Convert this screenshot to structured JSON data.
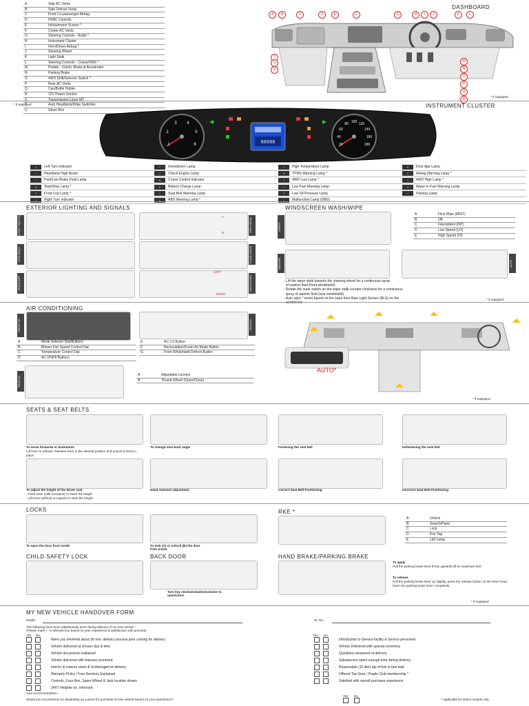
{
  "dashboard": {
    "title": "DASHBOARD",
    "footnote": "* if equipped",
    "items": [
      {
        "k": "A",
        "v": "Side AC Vents"
      },
      {
        "k": "B",
        "v": "Side Defrost Vents"
      },
      {
        "k": "C",
        "v": "Front Co-passenger Airbag"
      },
      {
        "k": "D",
        "v": "HVAC Controls"
      },
      {
        "k": "E",
        "v": "Infotainment Screen *"
      },
      {
        "k": "F",
        "v": "Center AC Vents"
      },
      {
        "k": "G",
        "v": "Steering Controls - Audio *"
      },
      {
        "k": "H",
        "v": "Instrument Cluster"
      },
      {
        "k": "I",
        "v": "Horn/Driver Airbag *"
      },
      {
        "k": "J",
        "v": "Steering Wheel"
      },
      {
        "k": "K",
        "v": "Light Stalk"
      },
      {
        "k": "L",
        "v": "Steering Controls - Cruise/VMS *"
      },
      {
        "k": "M",
        "v": "Pedals - Clutch, Brake & Accelerator"
      },
      {
        "k": "N",
        "v": "Parking Brake"
      },
      {
        "k": "O",
        "v": "4WD Shift/Selector Switch *"
      },
      {
        "k": "P",
        "v": "Rear AC Vents"
      },
      {
        "k": "Q",
        "v": "Can/Bottle Holder"
      },
      {
        "k": "R",
        "v": "12V Power Socket"
      },
      {
        "k": "S",
        "v": "Transmission Lever MT"
      },
      {
        "k": "T",
        "v": "Auto Headlamp/Wipe Switches"
      },
      {
        "k": "U",
        "v": "Glove Box"
      }
    ],
    "callouts_top": [
      "A",
      "B",
      "C",
      "D",
      "E",
      "F",
      "G",
      "H",
      "I",
      "J",
      "K",
      "L"
    ],
    "callouts_right": [
      "M",
      "N",
      "O",
      "P",
      "Q",
      "R"
    ],
    "callouts_left": [
      "T",
      "U",
      "S"
    ]
  },
  "cluster": {
    "title": "INSTRUMENT CLUSTER",
    "footnote_left": "* if equipped",
    "tach_ticks": [
      "1",
      "2",
      "3",
      "4",
      "5",
      "6"
    ],
    "speed_ticks": [
      "20",
      "40",
      "60",
      "80",
      "100",
      "120",
      "140",
      "160",
      "180"
    ],
    "lamps": [
      [
        "Left Turn Indicator",
        "Immobilizer Lamp",
        "High Temperature Lamp",
        "Door Ajar Lamp"
      ],
      [
        "Headlamp High Beam",
        "Check Engine Lamp",
        "TPMS Warning Lamp *",
        "Airbag Warning Lamp *"
      ],
      [
        "Park/Low Brake Fluid Lamp",
        "Cruise Control Indicator",
        "4WD Low Lamp *",
        "4WD High Lamp *"
      ],
      [
        "Start/Stop Lamp *",
        "Battery Charge Lamp",
        "Low Fuel Warning Lamp",
        "Water in Fuel Warning Lamp"
      ],
      [
        "Front Fog Lamp *",
        "Seat Belt Warning Lamp",
        "Low Oil Pressure Lamp",
        "Parking Lamp"
      ],
      [
        "Right Turn Indicator",
        "ABS Warning Lamp *",
        "Malfunction Lamp (OBD)",
        ""
      ]
    ]
  },
  "exterior": {
    "title": "EXTERIOR LIGHTING AND SIGNALS",
    "tabs_left": [
      "LIGHT SWITCH",
      "LOW BEAM",
      "HEADLAMP"
    ],
    "tabs_right": [
      "HIGH BEAM",
      "FLASH BEAM",
      "INDICATORS"
    ],
    "labels": [
      "A",
      "B",
      "LEFT",
      "RIGHT"
    ]
  },
  "wiper": {
    "title": "WINDSCREEN WASH/WIPE",
    "items": [
      {
        "k": "A",
        "v": "Flick Wipe (MIST)"
      },
      {
        "k": "B",
        "v": "Off"
      },
      {
        "k": "C",
        "v": "Intermittent (INT)"
      },
      {
        "k": "D",
        "v": "Low Speed (LO)"
      },
      {
        "k": "E",
        "v": "High Speed (HI)"
      }
    ],
    "tabs": [
      "WIPER",
      "WASHER",
      "AUTO"
    ],
    "notes": [
      "- Lift the wiper stalk towards the steering wheel for a continuous spray",
      "  of washer fluid (front windshield)",
      "- Rotate the outer switch on the wiper stalk counter-clockwise for a continuous",
      "  spray of washer fluid (rear windshield)",
      "- Auto wipe * works based on the input from Rain Light Sensor (RLS) on the",
      "  windshield."
    ],
    "footnote": "* if equipped"
  },
  "ac": {
    "title": "AIR CONDITIONING",
    "tabs": [
      "FRONT AC",
      "MANUAL",
      "REAR AC"
    ],
    "items_left": [
      {
        "k": "A",
        "v": "Mode Selector Dial/Buttons"
      },
      {
        "k": "B",
        "v": "Blower Fan Speed Control Dial"
      },
      {
        "k": "C",
        "v": "Temperature Control Dial"
      },
      {
        "k": "D",
        "v": "AC ON/HI Buttons"
      }
    ],
    "items_right": [
      {
        "k": "E",
        "v": "AC LO Button"
      },
      {
        "k": "F",
        "v": "Recirculation/Fresh Air Mode Button"
      },
      {
        "k": "G",
        "v": "Front Windshield Defrost Button"
      }
    ],
    "vent_items": [
      {
        "k": "A",
        "v": "Adjustable Louvers"
      },
      {
        "k": "B",
        "v": "Thumb Wheel (Open/Close)"
      }
    ],
    "auto_label": "AUTO*",
    "footnote": "* if equipped"
  },
  "seats": {
    "title": "SEATS & SEAT BELTS",
    "captions": [
      "To move forwards or backwards",
      "To change seat back angle",
      "Fastening the seat belt",
      "Unfastening the seat belt",
      "To adjust the height of the driver seat",
      "Head restraint adjustment",
      "Correct Seat Belt Positioning",
      "Incorrect Seat Belt Positioning"
    ],
    "note1": "Lift lever to release. Release lever in the desired position and ensure it locks in place",
    "note2a": "- Push lever (with occupant) to lower the height",
    "note2b": "- Lift lever (without occupant) to raise the height"
  },
  "locks": {
    "title": "LOCKS",
    "cap1": "To open the door from inside",
    "cap2a": "To lock (A) or unlock (B) the door",
    "cap2b": "from inside"
  },
  "rke": {
    "title": "RKE *",
    "items": [
      {
        "k": "A",
        "v": "Unlock"
      },
      {
        "k": "B",
        "v": "Search/Panic"
      },
      {
        "k": "C",
        "v": "Lock"
      },
      {
        "k": "D",
        "v": "Key Tag"
      },
      {
        "k": "E",
        "v": "LED lamp"
      }
    ]
  },
  "child": {
    "title": "CHILD SAFETY LOCK"
  },
  "backdoor": {
    "title": "BACK DOOR",
    "cap_a": "Turn key clockwise/anticlockwise to",
    "cap_b": "open/close"
  },
  "handbrake": {
    "title": "HAND BRAKE/PARKING BRAKE",
    "apply_h": "To apply",
    "apply": "Pull the parking brake lever firmly upwards till its maximum limit",
    "release_h": "To release",
    "release": "Pull the parking brake lever up slightly, press the release button on the lever head, lower the parking brake lever completely.",
    "footnote": "* if equipped"
  },
  "form": {
    "title": "MY NEW VEHICLE HANDOVER FORM",
    "model": "Model:",
    "srno": "Sr. No.:",
    "intro1": "The following have been satisfactorily done during delivery of my new vehicle -",
    "intro2": "(Please mark ✓ in relevant box based on your experience & satisfaction with process)",
    "yes": "Yes",
    "no": "No",
    "left": [
      "Were you informed about 30 min. delivery process prior coming for delivery",
      "Vehicle delivered at chosen day & time",
      "Vehicle documents explained",
      "Vehicle delivered with features promised",
      "Interior & exterior clean & Undamaged at delivery",
      "Warranty Policy / Free Services Explained",
      "Controls, Fuse Box, Spare Wheel & Jack location shown",
      "24X7 Helpline no. informed"
    ],
    "right": [
      "Introduction to Service facility & Service personnel",
      "Vehicle Delivered with special ceremony",
      "Questions answered at delivery",
      "Salesperson spent enough time during delivery",
      "Reasonable (10 liter) qty of fuel in fuel tank",
      "Offered Top Gear / Purple Club membership *",
      "Satisfied with overall purchase experience"
    ],
    "recommendation": "Your recommendation:",
    "recommend_q": "Would you recommend our dealership as a place for purchase of new vehicle based on your experience?",
    "footnote": "* Applicable for select models only"
  }
}
